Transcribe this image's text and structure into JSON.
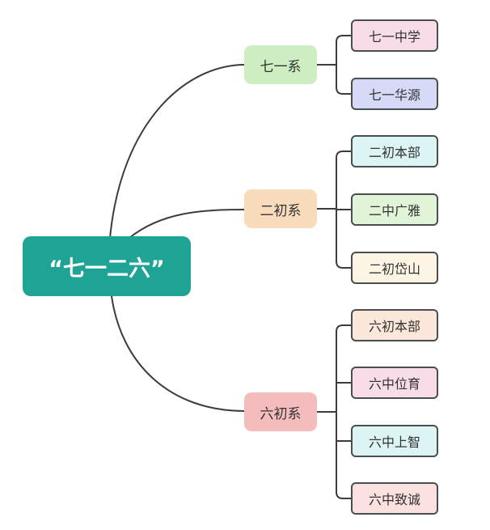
{
  "root": {
    "label": "“七一二六”",
    "color": "#1fa394"
  },
  "branches": [
    {
      "label": "七一系",
      "color": "#cdeec0",
      "leaves": [
        {
          "label": "七一中学",
          "color": "#f8dde9"
        },
        {
          "label": "七一华源",
          "color": "#d7daf7"
        }
      ]
    },
    {
      "label": "二初系",
      "color": "#f9dcbc",
      "leaves": [
        {
          "label": "二初本部",
          "color": "#dcf4f4"
        },
        {
          "label": "二中广雅",
          "color": "#e2f4d7"
        },
        {
          "label": "二初岱山",
          "color": "#fcf5e3"
        }
      ]
    },
    {
      "label": "六初系",
      "color": "#f4bcbc",
      "leaves": [
        {
          "label": "六初本部",
          "color": "#fbe8da"
        },
        {
          "label": "六中位育",
          "color": "#f8dde9"
        },
        {
          "label": "六中上智",
          "color": "#dcf4f4"
        },
        {
          "label": "六中致诚",
          "color": "#fbe0e0"
        }
      ]
    }
  ],
  "line_color": "#3a3d40"
}
